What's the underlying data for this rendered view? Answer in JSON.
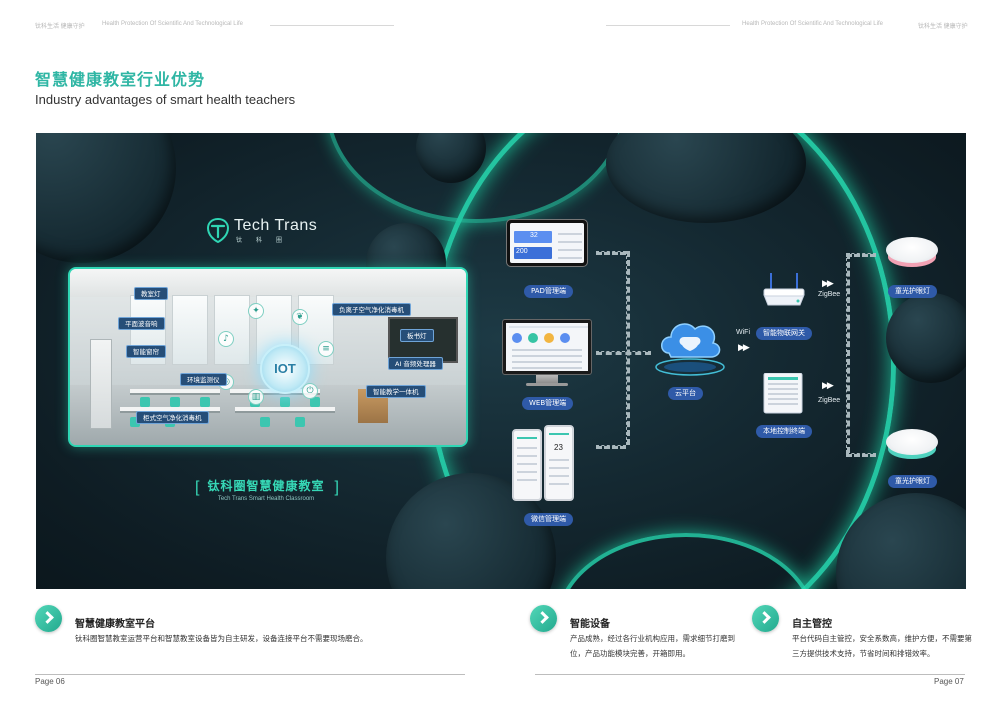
{
  "header": {
    "left_brand": "钛科生活 健康守护",
    "left_tagline": "Health Protection Of Scientific And Technological Life",
    "right_tagline": "Health Protection Of Scientific And Technological Life",
    "right_brand": "钛科生活 健康守护"
  },
  "section": {
    "title_cn": "智慧健康教室行业优势",
    "title_en": "Industry advantages of smart health teachers"
  },
  "brand": {
    "name": "Tech Trans",
    "sub": "钛科圈"
  },
  "classroom": {
    "tags": {
      "classroom_light": "教室灯",
      "flat_speaker": "平面波音响",
      "smart_cabinet": "智能窗帘",
      "env_monitor": "环境监测仪",
      "cabinet_purifier": "柜式空气净化消毒机",
      "negative_ion": "负离子空气净化消毒机",
      "blackboard_light": "板书灯",
      "ai_audio": "AI 音频处理器",
      "smart_board": "智能教学一体机"
    },
    "iot_label": "IOT",
    "title_cn": "钛科圈智慧健康教室",
    "title_en": "Tech Trans Smart Health Classroom",
    "bracket_left": "[",
    "bracket_right": "]"
  },
  "devices": {
    "pad_label": "PAD管理端",
    "pad_value_1": "32",
    "pad_value_2": "200",
    "web_label": "WEB管理端",
    "wechat_label": "微信管理端",
    "phone_value": "23"
  },
  "network": {
    "cloud_label": "云平台",
    "wifi": "WiFi",
    "gateway_label": "智能物联网关",
    "terminal_label": "本地控制终端",
    "zigbee_top": "ZigBee",
    "zigbee_bottom": "ZigBee",
    "lamp_top_label": "童光护眼灯",
    "lamp_bottom_label": "童光护眼灯"
  },
  "features": [
    {
      "title": "智慧健康教室平台",
      "text": "钛科圈智慧教室运营平台和智慧教室设备皆为自主研发，设备连接平台不需要现场磨合。"
    },
    {
      "title": "智能设备",
      "text": "产品成熟，经过各行业机构应用，需求细节打磨到位，产品功能模块完善，开箱即用。"
    },
    {
      "title": "自主管控",
      "text": "平台代码自主管控，安全系数高，维护方便，不需要第三方提供技术支持，节省时间和排错效率。"
    }
  ],
  "footer": {
    "page_left": "Page  06",
    "page_right": "Page  07"
  },
  "colors": {
    "accent": "#2fb6a4",
    "glow": "#2fd6b4",
    "hero_bg": "#152a33",
    "label_blue": "#2f5aa8",
    "lamp_pink": "#f2a2b4",
    "lamp_teal": "#4fd2bf"
  }
}
